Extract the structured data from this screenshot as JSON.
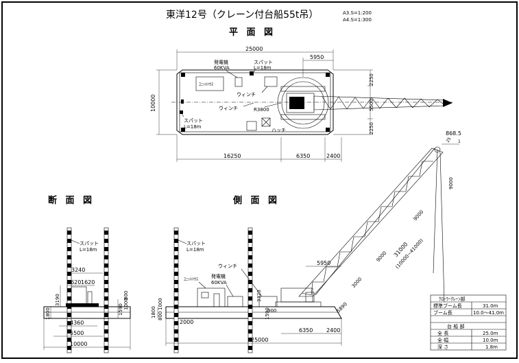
{
  "title": {
    "main": "東洋12号（クレーン付台船55t吊）",
    "scale_a3": "A3.S=1:200",
    "scale_a4": "A4.S=1:300"
  },
  "plan": {
    "heading": "平 面 図",
    "dim_overall": "25000",
    "dim_5950": "5950",
    "dim_width": "10000",
    "dim_16250": "16250",
    "dim_6350": "6350",
    "dim_2400": "2400",
    "dim_2250a": "2250",
    "dim_5500": "5500",
    "dim_2250b": "2250",
    "generator_1": "発電機",
    "generator_2": "60KVA",
    "unit_house": "ﾕﾆｯﾄﾊｳｽ",
    "spud_top_1": "スパット",
    "spud_top_2": "L=18m",
    "winch_1": "ウィンチ",
    "winch_2": "ウィンチ",
    "radius": "R3800",
    "spud_left_1": "スパット",
    "spud_left_2": "L=18m",
    "hatch": "ハッチ"
  },
  "section": {
    "heading": "断 面 図",
    "spud_1": "スパット",
    "spud_2": "L=18m",
    "dim_3240": "3240",
    "dim_1620a": "1620",
    "dim_1620b": "1620",
    "dim_3190": "3190",
    "dim_1800": "1800",
    "dim_1590": "1590",
    "dim_1000": "1000",
    "dim_800": "800",
    "dim_4360": "4360",
    "dim_5500": "5500",
    "dim_10000": "10000"
  },
  "side": {
    "heading": "側 面 図",
    "spud_1": "スパット",
    "spud_2": "L=18m",
    "winch": "ウィンチ",
    "generator_1": "発電機",
    "generator_2": "60KVA",
    "unit_house": "ﾕﾆｯﾄﾊｳｽ",
    "dim_1800": "1800",
    "dim_800": "800",
    "dim_1000": "1000",
    "dim_2000": "2000",
    "dim_25000": "25000",
    "dim_5950": "5950",
    "dim_6350": "6350",
    "dim_2400": "2400",
    "dim_3320": "3320",
    "dim_900": "900",
    "dim_1590": "1590",
    "dim_5890": "5890",
    "boom_3000": "3000",
    "boom_9000a": "9000",
    "boom_9000b": "9000",
    "boom_31000": "31000",
    "boom_range": "(10000~41000)",
    "boom_9000c": "9000",
    "tip_868": "868.5",
    "tip_25": "25",
    "tip_1": "1"
  },
  "spec": {
    "crane_header": "ｸﾛｰﾗｰｸﾚｰﾝ部",
    "boom_std_label": "標準ブーム長",
    "boom_std_value": "31.0m",
    "boom_len_label": "ブーム長",
    "boom_len_value": "10.0～41.0m",
    "barge_header": "台 船 部",
    "length_label": "全 長",
    "length_value": "25.0m",
    "width_label": "全 幅",
    "width_value": "10.0m",
    "depth_label": "深 さ",
    "depth_value": "1.8m"
  }
}
